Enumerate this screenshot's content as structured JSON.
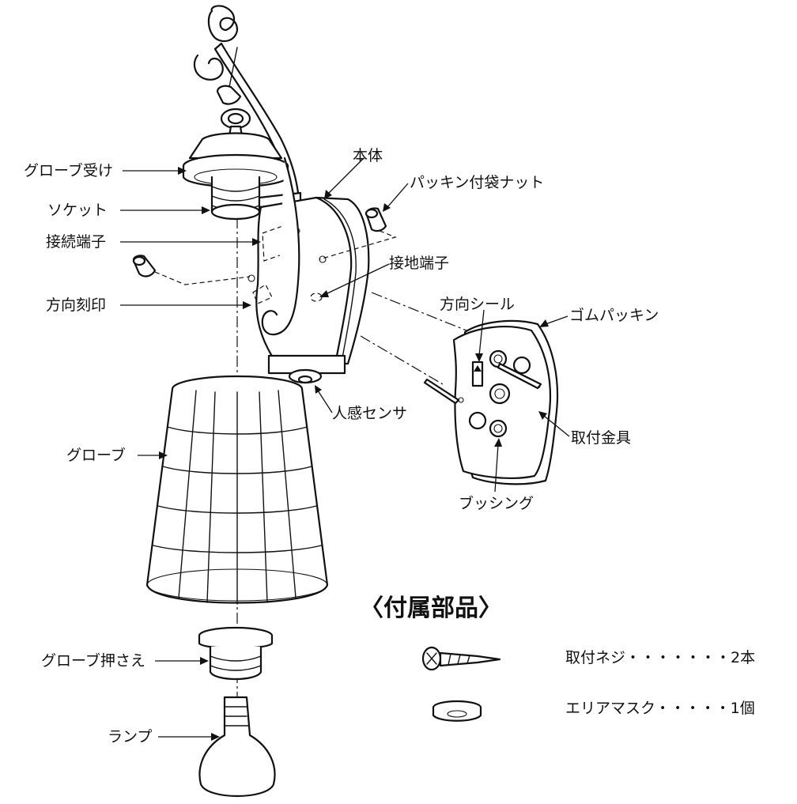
{
  "labels": {
    "globe_holder": "グローブ受け",
    "socket": "ソケット",
    "connection_terminal": "接続端子",
    "direction_stamp": "方向刻印",
    "body": "本体",
    "packing_nut": "パッキン付袋ナット",
    "ground_terminal": "接地端子",
    "direction_seal": "方向シール",
    "rubber_packing": "ゴムパッキン",
    "motion_sensor": "人感センサ",
    "mounting_bracket": "取付金具",
    "globe": "グローブ",
    "bushing": "ブッシング",
    "globe_retainer": "グローブ押さえ",
    "lamp": "ランプ"
  },
  "accessories": {
    "title": "〈付属部品〉",
    "items": [
      {
        "name": "取付ネジ",
        "dots": "・・・・・・・",
        "qty": "2本",
        "icon": "screw-icon"
      },
      {
        "name": "エリアマスク",
        "dots": "・・・・・",
        "qty": "1個",
        "icon": "area-mask-icon"
      }
    ]
  }
}
